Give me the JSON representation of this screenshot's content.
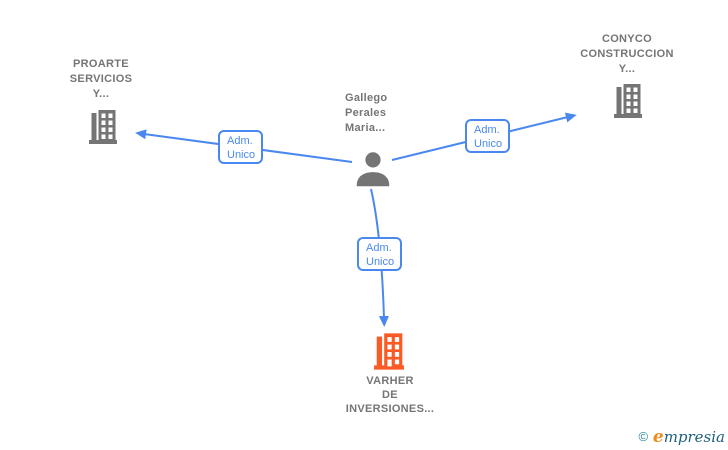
{
  "diagram": {
    "person": {
      "name_lines": [
        "Gallego",
        "Perales",
        "Maria..."
      ]
    },
    "companies": [
      {
        "id": "proarte",
        "name_lines": [
          "PROARTE",
          "SERVICIOS",
          "Y..."
        ],
        "icon": "building-icon",
        "icon_color": "#757575"
      },
      {
        "id": "conyco",
        "name_lines": [
          "CONYCO",
          "CONSTRUCCION",
          "Y..."
        ],
        "icon": "building-icon",
        "icon_color": "#757575"
      },
      {
        "id": "varher",
        "name_lines": [
          "VARHER",
          "DE",
          "INVERSIONES..."
        ],
        "icon": "building-icon",
        "icon_color": "#fa5a24"
      }
    ],
    "edges": [
      {
        "from": "person",
        "to": "proarte",
        "label_lines": [
          "Adm.",
          "Unico"
        ]
      },
      {
        "from": "person",
        "to": "conyco",
        "label_lines": [
          "Adm.",
          "Unico"
        ]
      },
      {
        "from": "person",
        "to": "varher",
        "label_lines": [
          "Adm.",
          "Unico"
        ]
      }
    ]
  },
  "colors": {
    "edge_blue": "#4a88f0",
    "node_gray": "#757575",
    "highlight_orange": "#fa5a24",
    "logo_copyright": "#2e8099",
    "logo_orange": "#f08a1d",
    "logo_dark": "#20607d"
  },
  "footer": {
    "copyright_symbol": "©",
    "brand_first_letter": "e",
    "brand_rest": "mpresia"
  }
}
